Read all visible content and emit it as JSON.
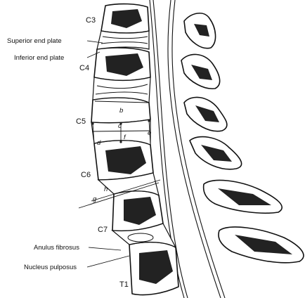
{
  "diagram": {
    "vertebra_labels": [
      "C3",
      "C4",
      "C5",
      "C6",
      "C7",
      "T1"
    ],
    "annotations": {
      "superior_end_plate": "Superior end plate",
      "inferior_end_plate": "Inferior end plate",
      "anulus_fibrosus": "Anulus fibrosus",
      "nucleus_pulposus": "Nucleus pulposus"
    },
    "measurement_labels": {
      "b": "b",
      "c": "c",
      "d": "d",
      "e": "e",
      "f": "f",
      "g": "g",
      "h": "h"
    },
    "colors": {
      "ink": "#111111",
      "background": "#ffffff"
    }
  }
}
